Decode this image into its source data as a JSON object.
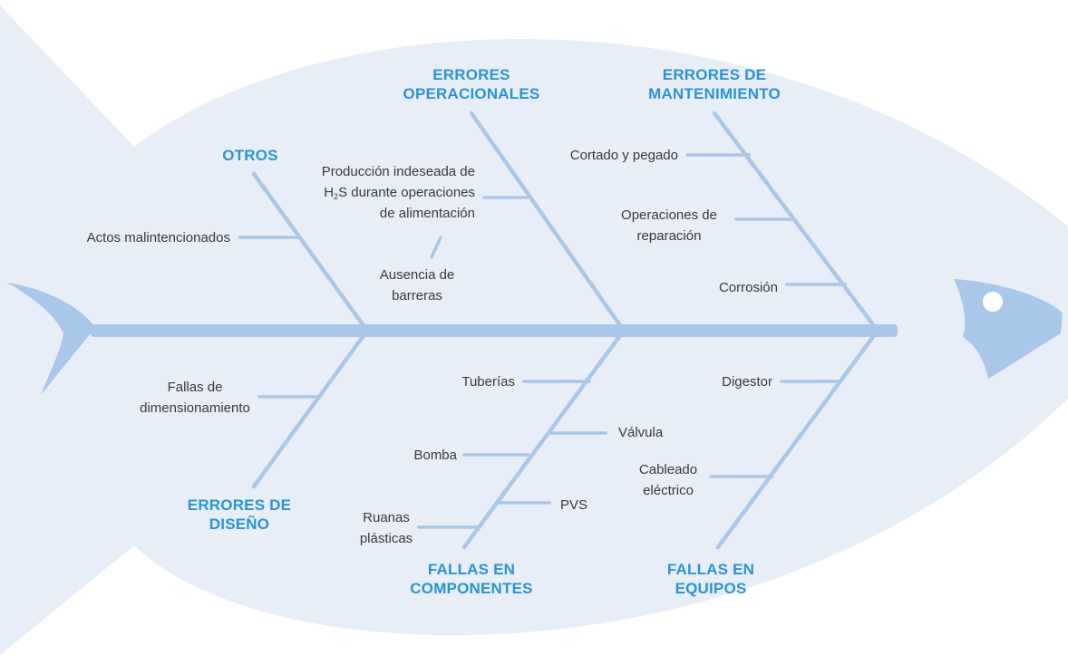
{
  "colors": {
    "background": "#ffffff",
    "fish_body": "#e8eef7",
    "bones": "#a9c7e8",
    "category_text": "#2a93d5",
    "cause_text": "#3a3a3a"
  },
  "categories": {
    "otros": "OTROS",
    "errores_operacionales": [
      "ERRORES",
      "OPERACIONALES"
    ],
    "errores_mantenimiento": [
      "ERRORES DE",
      "MANTENIMIENTO"
    ],
    "errores_diseno": [
      "ERRORES DE",
      "DISEÑO"
    ],
    "fallas_componentes": [
      "FALLAS EN",
      "COMPONENTES"
    ],
    "fallas_equipos": [
      "FALLAS EN",
      "EQUIPOS"
    ]
  },
  "causes": {
    "actos_malintencionados": "Actos malintencionados",
    "produccion_h2s": {
      "line1": "Producción indeseada de",
      "h": "H",
      "sub": "2",
      "line2_rest": "S durante operaciones",
      "line3": "de alimentación"
    },
    "ausencia_barreras": [
      "Ausencia de",
      "barreras"
    ],
    "cortado_pegado": "Cortado y pegado",
    "operaciones_reparacion": [
      "Operaciones de",
      "reparación"
    ],
    "corrosion": "Corrosión",
    "fallas_dimensionamiento": [
      "Fallas de",
      "dimensionamiento"
    ],
    "tuberias": "Tuberías",
    "valvula": "Válvula",
    "bomba": "Bomba",
    "pvs": "PVS",
    "ruanas_plasticas": [
      "Ruanas",
      "plásticas"
    ],
    "digestor": "Digestor",
    "cableado_electrico": [
      "Cableado",
      "eléctrico"
    ]
  }
}
